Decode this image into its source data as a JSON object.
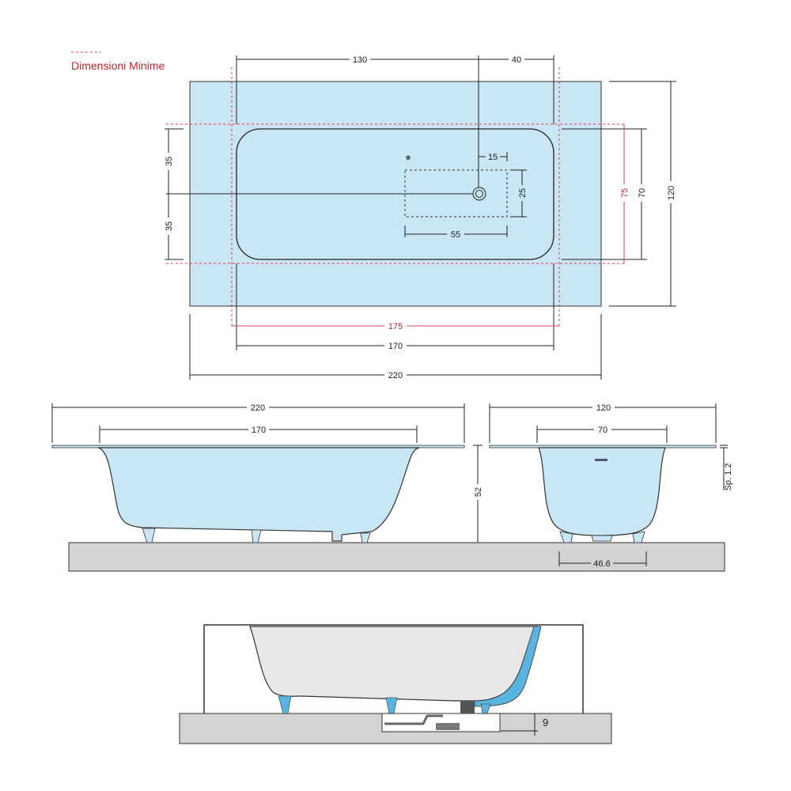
{
  "legend": {
    "label": "Dimensioni Minime",
    "color": "#c0272d"
  },
  "top_view": {
    "dim_130": "130",
    "dim_40": "40",
    "dim_15": "15",
    "dim_25": "25",
    "dim_55": "55",
    "dim_35_top": "35",
    "dim_35_bottom": "35",
    "dim_75_min": "75",
    "dim_70": "70",
    "dim_120": "120",
    "dim_175_min": "175",
    "dim_170": "170",
    "dim_220": "220",
    "star": "*"
  },
  "side_view": {
    "dim_220": "220",
    "dim_170": "170",
    "dim_52": "52"
  },
  "end_view": {
    "dim_120": "120",
    "dim_70": "70",
    "dim_46_6": "46.6",
    "thickness": "Sp. 1.2"
  },
  "section_view": {
    "dim_9": "9"
  },
  "colors": {
    "tub_fill": "#c8e6f3",
    "floor": "#d3d3d3",
    "section_fill": "#e8e8e8",
    "accent_blue": "#5ab4e0"
  }
}
